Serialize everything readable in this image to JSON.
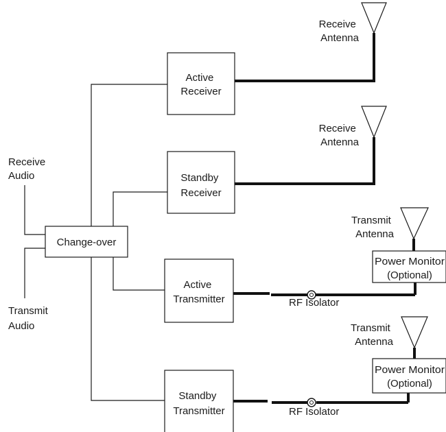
{
  "labels": {
    "receive_audio": [
      "Receive",
      "Audio"
    ],
    "transmit_audio": [
      "Transmit",
      "Audio"
    ],
    "changeover": "Change-over",
    "active_receiver": [
      "Active",
      "Receiver"
    ],
    "standby_receiver": [
      "Standby",
      "Receiver"
    ],
    "active_transmitter": [
      "Active",
      "Transmitter"
    ],
    "standby_transmitter": [
      "Standby",
      "Transmitter"
    ],
    "receive_antenna": [
      "Receive",
      "Antenna"
    ],
    "transmit_antenna": [
      "Transmit",
      "Antenna"
    ],
    "power_monitor_1": [
      "Power Monitor",
      "(Optional)"
    ],
    "power_monitor_2": [
      "Power Monitor",
      "(Optional)"
    ],
    "rf_isolator": "RF Isolator"
  }
}
